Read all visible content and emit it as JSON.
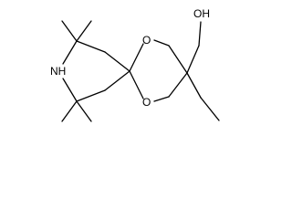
{
  "atoms": {
    "nh": "NH",
    "o_top": "O",
    "o_bottom": "O",
    "oh": "OH"
  }
}
